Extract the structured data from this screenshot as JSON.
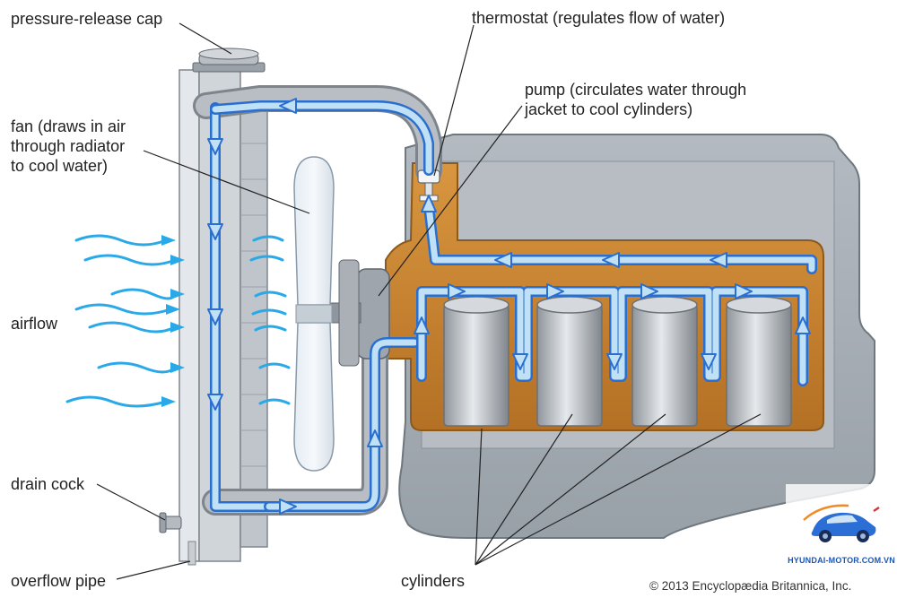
{
  "diagram": {
    "labels": {
      "pressure_release_cap": "pressure-release cap",
      "thermostat": "thermostat (regulates flow of water)",
      "pump": "pump (circulates water through\njacket to cool cylinders)",
      "fan": "fan (draws in air\nthrough radiator\nto cool water)",
      "airflow": "airflow",
      "drain_cock": "drain cock",
      "overflow_pipe": "overflow pipe",
      "cylinders": "cylinders"
    },
    "copyright": "© 2013 Encyclopædia Britannica, Inc.",
    "watermark": "HYUNDAI-MOTOR.COM.VN",
    "colors": {
      "water": "#bfe0f5",
      "water_outline": "#2a6fd0",
      "engine_block": "#a7aeb6",
      "coolant_jacket": "#d08a3c",
      "airflow": "#2aa9e8",
      "radiator": "#d9dde2"
    }
  }
}
